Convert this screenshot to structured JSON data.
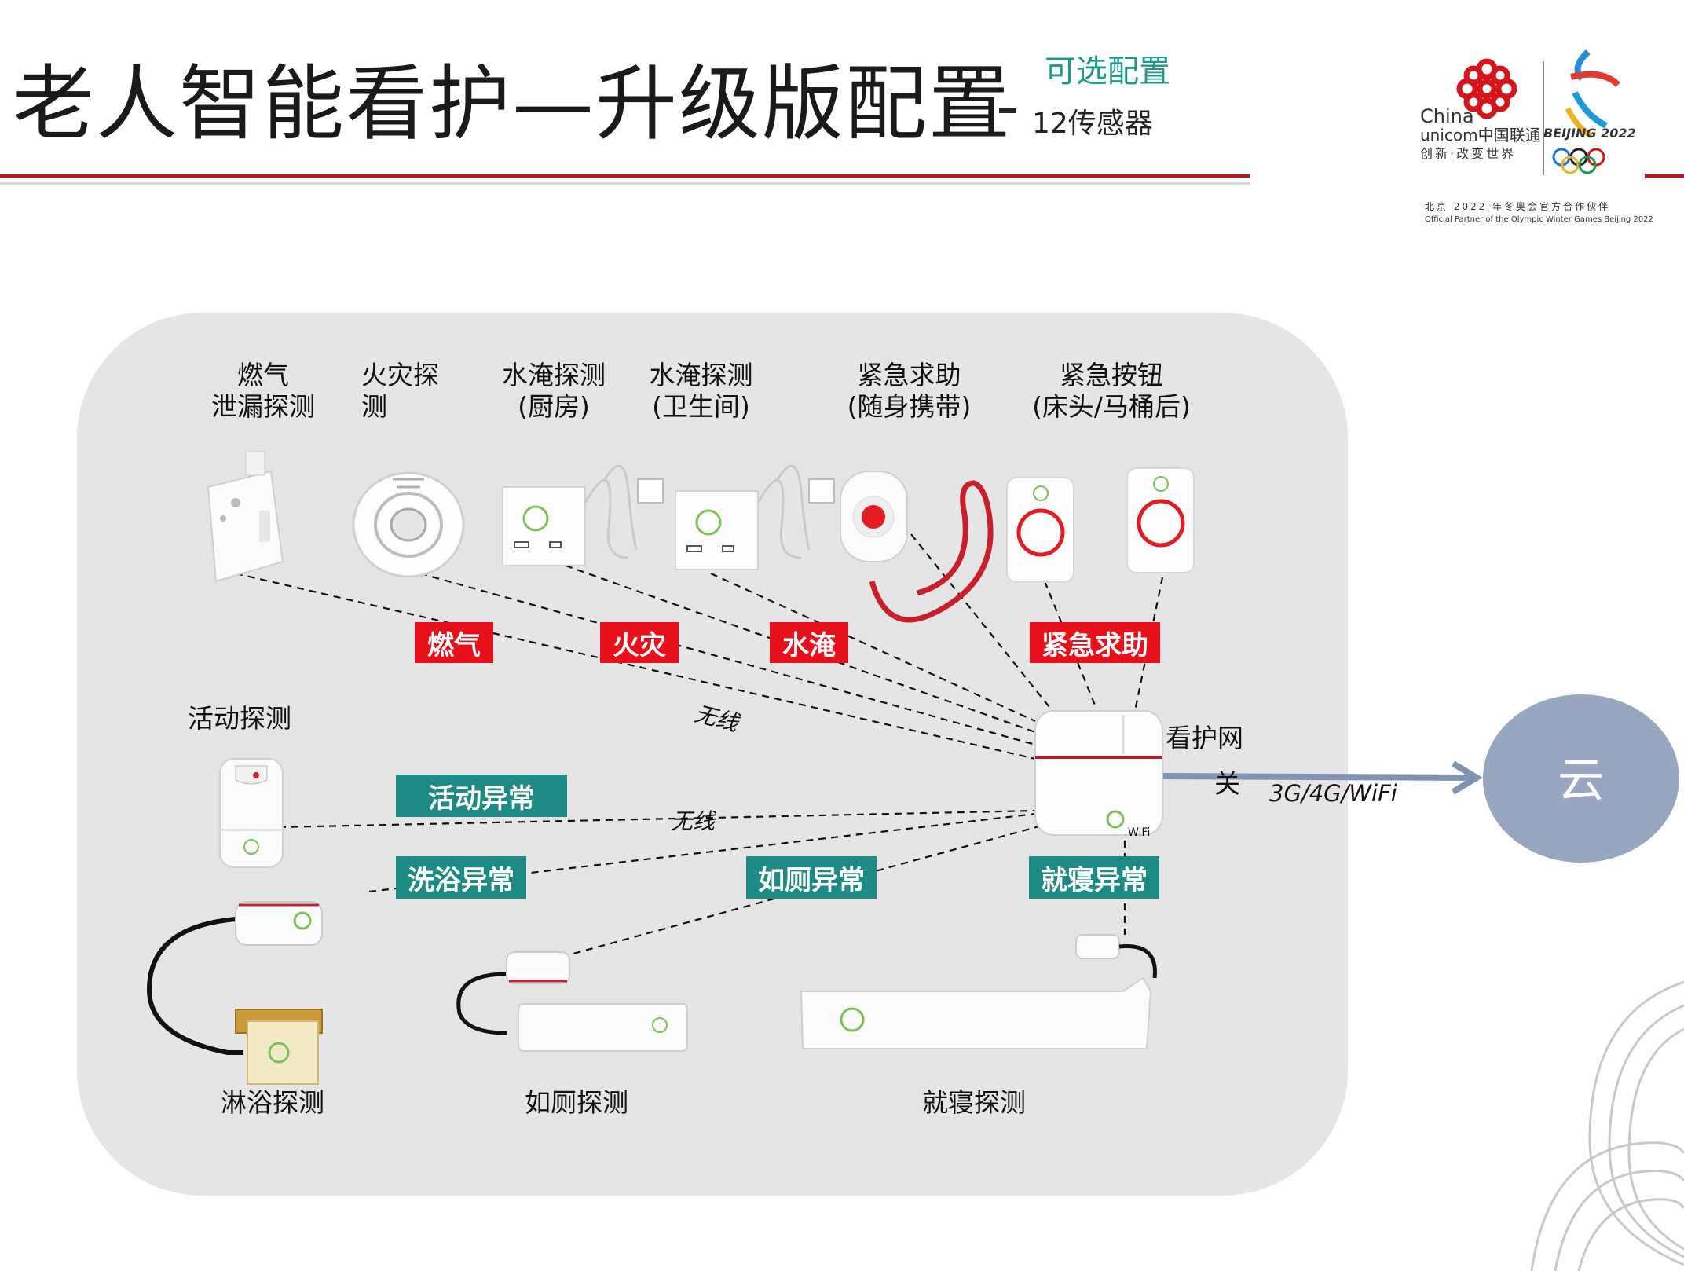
{
  "header": {
    "title": "老人智能看护—升级版配置",
    "optional_label": "可选配置",
    "subtitle": "12传感器"
  },
  "logo": {
    "brand_line1": "China",
    "brand_line2": "unicom中国联通",
    "slogan": "创新·改变世界",
    "beijing": "BEIJING 2022",
    "partner_cn": "北京 2022 年冬奥会官方合作伙伴",
    "partner_en": "Official Partner of the Olympic Winter Games Beijing 2022"
  },
  "sensors": {
    "gas": [
      "燃气",
      "泄漏探测"
    ],
    "fire": [
      "火灾探",
      "测"
    ],
    "water_kitchen": [
      "水淹探测",
      "(厨房)"
    ],
    "water_bath": [
      "水淹探测",
      "(卫生间)"
    ],
    "sos_portable": [
      "紧急求助",
      "(随身携带)"
    ],
    "sos_button": [
      "紧急按钮",
      "(床头/马桶后)"
    ],
    "activity": "活动探测",
    "shower": "淋浴探测",
    "toilet": "如厕探测",
    "sleep": "就寝探测"
  },
  "tags": {
    "gas": "燃气",
    "fire": "火灾",
    "flood": "水淹",
    "sos": "紧急求助",
    "activity_abnormal": "活动异常",
    "shower_abnormal": "洗浴异常",
    "toilet_abnormal": "如厕异常",
    "sleep_abnormal": "就寝异常"
  },
  "links": {
    "wireless_1": "无线",
    "wireless_2": "无线",
    "gateway_line1": "看护网",
    "gateway_line2": "关",
    "network": "3G/4G/WiFi",
    "cloud": "云",
    "gateway_wifi": "WiFi"
  },
  "colors": {
    "accent_red": "#e8101a",
    "teal": "#1d8b84",
    "cloud": "#97a7bf",
    "panel": "#e5e5e5"
  }
}
